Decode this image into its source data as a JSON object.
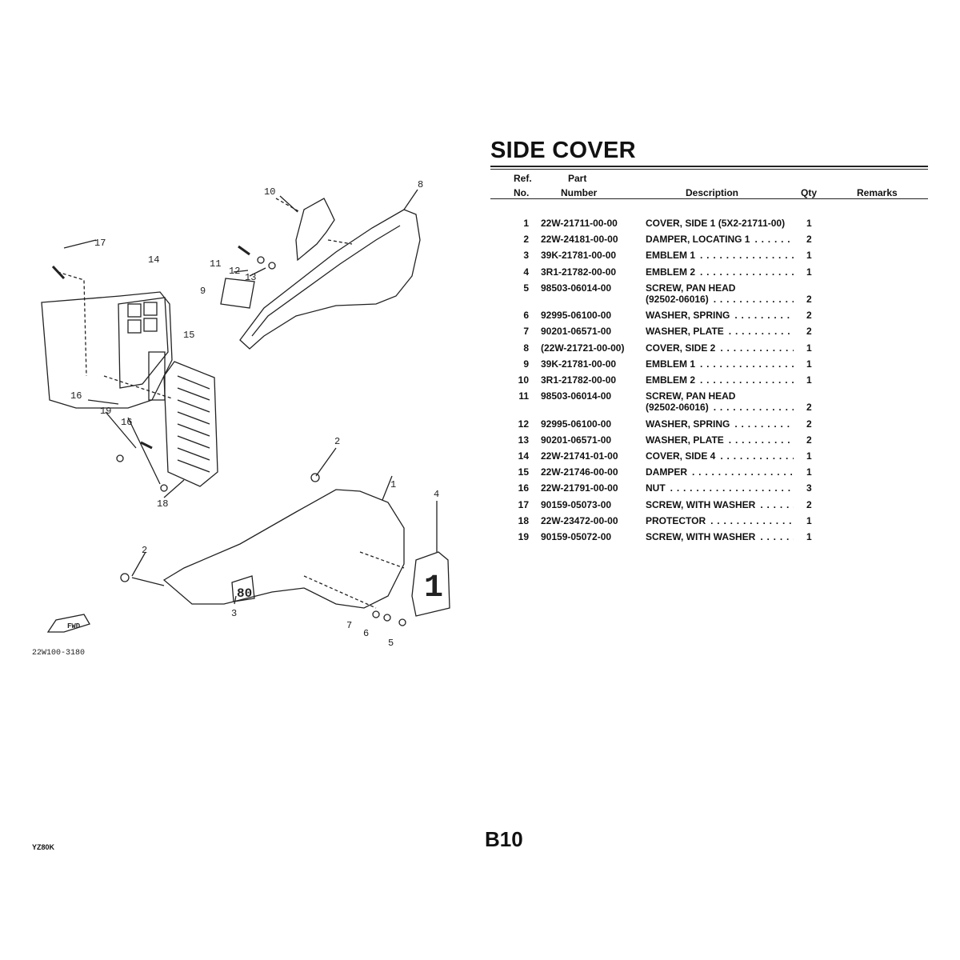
{
  "title": "SIDE COVER",
  "page": "B10",
  "model": "YZ80K",
  "columns": {
    "ref_line1": "Ref.",
    "ref_line2": "No.",
    "part_line1": "Part",
    "part_line2": "Number",
    "description": "Description",
    "qty": "Qty",
    "remarks": "Remarks"
  },
  "parts": [
    {
      "ref": "1",
      "part_number": "22W-21711-00-00",
      "description": "COVER, SIDE 1 (5X2-21711-00)",
      "qty": "1",
      "leader": false
    },
    {
      "ref": "2",
      "part_number": "22W-24181-00-00",
      "description": "DAMPER, LOCATING 1",
      "qty": "2",
      "leader": true
    },
    {
      "ref": "3",
      "part_number": "39K-21781-00-00",
      "description": "EMBLEM 1",
      "qty": "1",
      "leader": true
    },
    {
      "ref": "4",
      "part_number": "3R1-21782-00-00",
      "description": "EMBLEM 2",
      "qty": "1",
      "leader": true
    },
    {
      "ref": "5",
      "part_number": "98503-06014-00",
      "description": "SCREW, PAN HEAD",
      "description2": "(92502-06016)",
      "qty": "2",
      "leader": true
    },
    {
      "ref": "6",
      "part_number": "92995-06100-00",
      "description": "WASHER, SPRING",
      "qty": "2",
      "leader": true
    },
    {
      "ref": "7",
      "part_number": "90201-06571-00",
      "description": "WASHER, PLATE",
      "qty": "2",
      "leader": true
    },
    {
      "ref": "8",
      "part_number": "(22W-21721-00-00)",
      "description": "COVER, SIDE 2",
      "qty": "1",
      "leader": true
    },
    {
      "ref": "9",
      "part_number": "39K-21781-00-00",
      "description": "EMBLEM 1",
      "qty": "1",
      "leader": true
    },
    {
      "ref": "10",
      "part_number": "3R1-21782-00-00",
      "description": "EMBLEM 2",
      "qty": "1",
      "leader": true
    },
    {
      "ref": "11",
      "part_number": "98503-06014-00",
      "description": "SCREW, PAN HEAD",
      "description2": "(92502-06016)",
      "qty": "2",
      "leader": true
    },
    {
      "ref": "12",
      "part_number": "92995-06100-00",
      "description": "WASHER, SPRING",
      "qty": "2",
      "leader": true
    },
    {
      "ref": "13",
      "part_number": "90201-06571-00",
      "description": "WASHER, PLATE",
      "qty": "2",
      "leader": true
    },
    {
      "ref": "14",
      "part_number": "22W-21741-01-00",
      "description": "COVER, SIDE 4",
      "qty": "1",
      "leader": true
    },
    {
      "ref": "15",
      "part_number": "22W-21746-00-00",
      "description": "DAMPER",
      "qty": "1",
      "leader": true
    },
    {
      "ref": "16",
      "part_number": "22W-21791-00-00",
      "description": "NUT",
      "qty": "3",
      "leader": true
    },
    {
      "ref": "17",
      "part_number": "90159-05073-00",
      "description": "SCREW, WITH WASHER",
      "qty": "2",
      "leader": true
    },
    {
      "ref": "18",
      "part_number": "22W-23472-00-00",
      "description": "PROTECTOR",
      "qty": "1",
      "leader": true
    },
    {
      "ref": "19",
      "part_number": "90159-05072-00",
      "description": "SCREW, WITH WASHER",
      "qty": "1",
      "leader": true
    }
  ],
  "diagram": {
    "callouts": [
      "10",
      "8",
      "17",
      "14",
      "11",
      "12",
      "13",
      "9",
      "15",
      "2",
      "1",
      "4",
      "16",
      "19",
      "16",
      "18",
      "2",
      "3",
      "7",
      "6",
      "5"
    ],
    "fwd_label": "FWD",
    "emblem_text": "80",
    "emblem_number": "1",
    "drawing_code": "22W100-3180"
  }
}
